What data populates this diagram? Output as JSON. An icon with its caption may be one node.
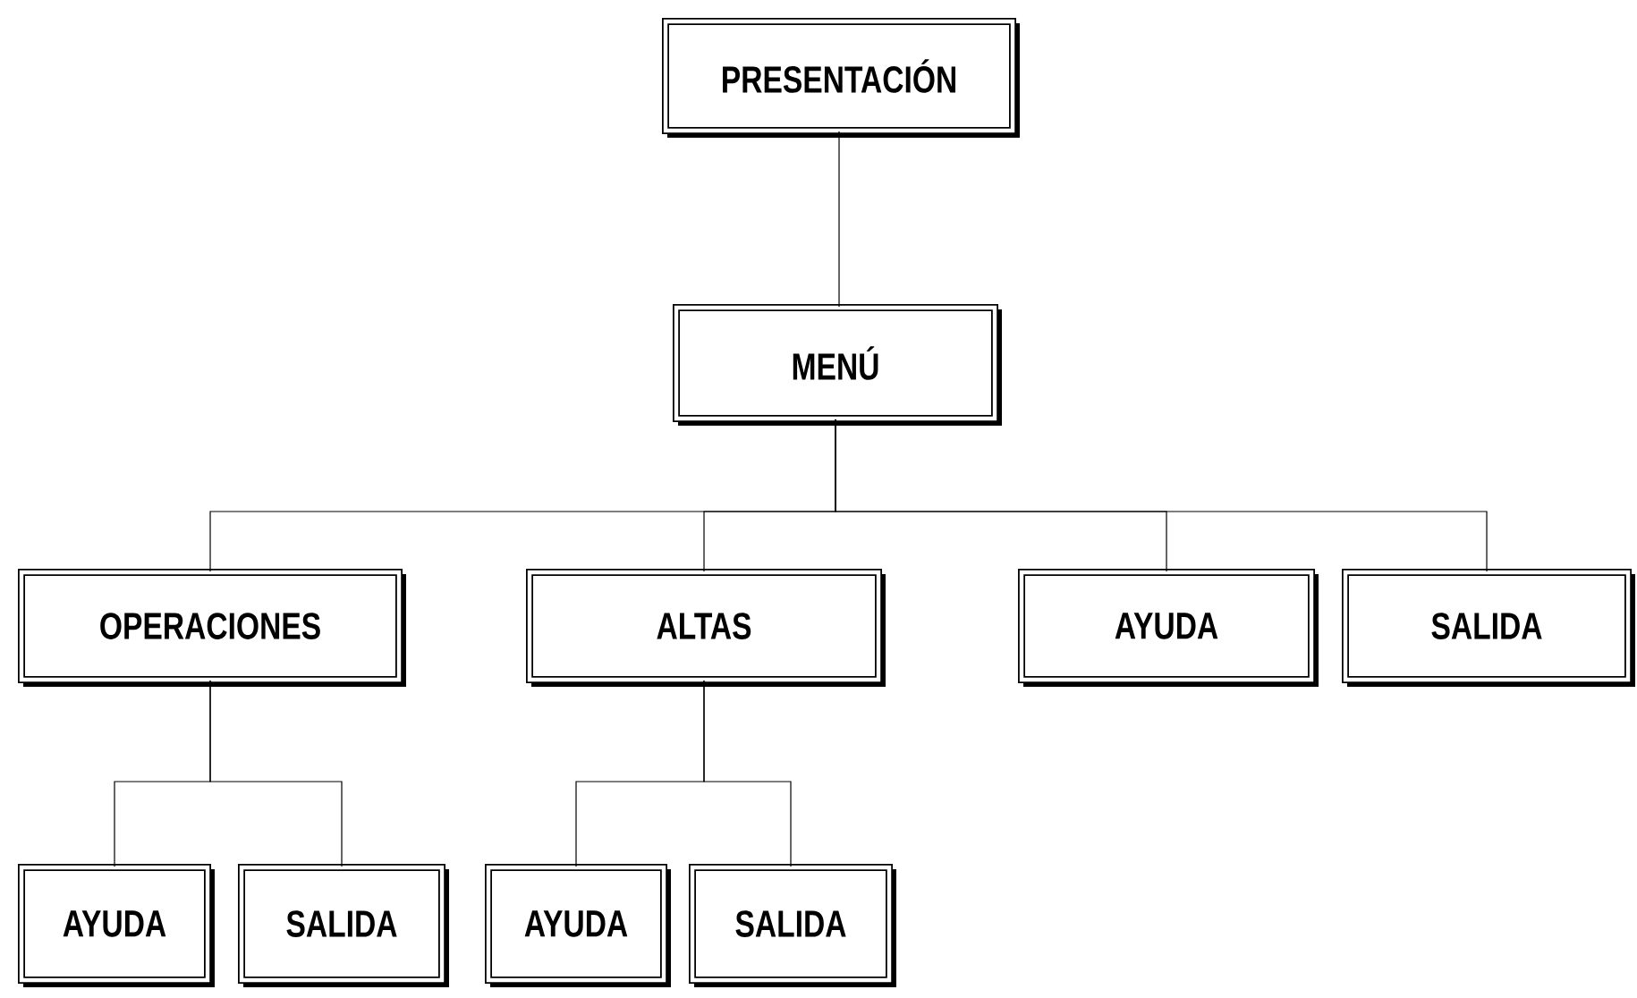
{
  "diagram": {
    "nodes": [
      {
        "text": [
          "PRESENTACIÓN"
        ]
      },
      {
        "text": [
          "MENÚ"
        ]
      },
      {
        "text": [
          "OPERACIONES"
        ]
      },
      {
        "text": [
          "ALTAS"
        ]
      },
      {
        "text": [
          "AYUDA"
        ]
      },
      {
        "text": [
          "SALIDA"
        ]
      },
      {
        "text": [
          "AYUDA"
        ]
      },
      {
        "text": [
          "SALIDA"
        ]
      },
      {
        "text": [
          "AYUDA"
        ]
      },
      {
        "text": [
          "SALIDA"
        ]
      }
    ],
    "edges": [
      {
        "from": 0,
        "to": 1,
        "arrow": "none"
      },
      {
        "from": 1,
        "to": 2,
        "arrow": "none"
      },
      {
        "from": 1,
        "to": 3,
        "arrow": "none"
      },
      {
        "from": 1,
        "to": 4,
        "arrow": "none"
      },
      {
        "from": 1,
        "to": 5,
        "arrow": "none"
      },
      {
        "from": 2,
        "to": 6,
        "arrow": "none"
      },
      {
        "from": 2,
        "to": 7,
        "arrow": "none"
      },
      {
        "from": 3,
        "to": 8,
        "arrow": "none"
      },
      {
        "from": 3,
        "to": 9,
        "arrow": "none"
      }
    ]
  }
}
